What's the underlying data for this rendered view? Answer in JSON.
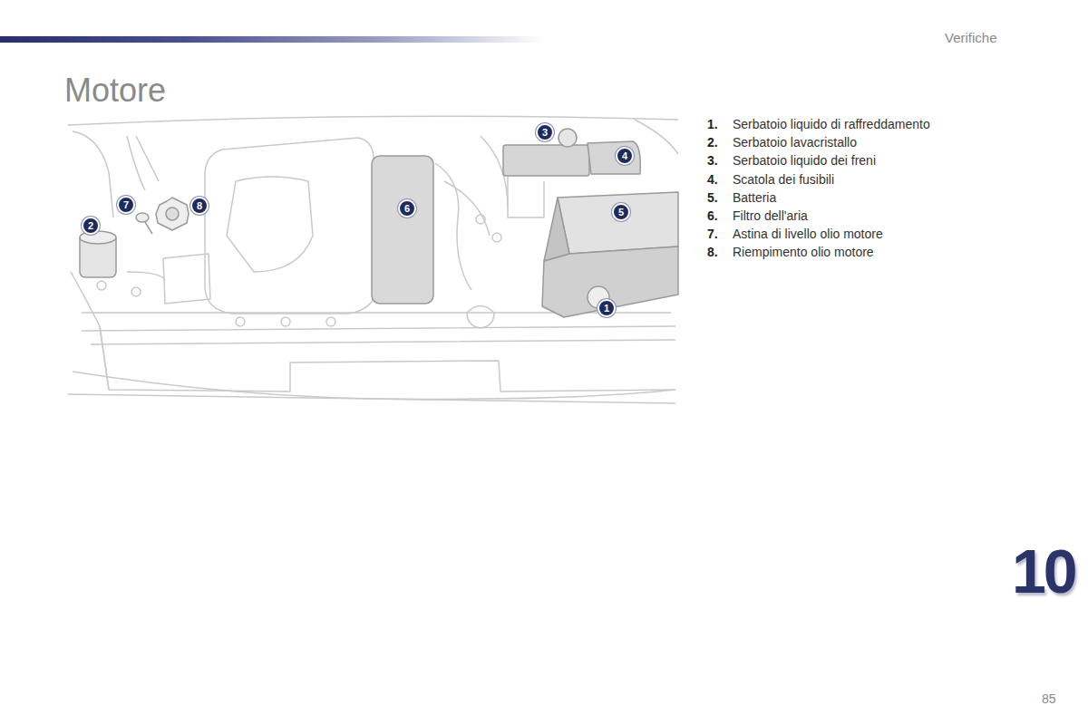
{
  "diagram": {
    "title": "Motore",
    "nodes": [
      {
        "text": [
          "1"
        ]
      },
      {
        "text": [
          "2"
        ]
      },
      {
        "text": [
          "3"
        ]
      },
      {
        "text": [
          "4"
        ]
      },
      {
        "text": [
          "5"
        ]
      },
      {
        "text": [
          "6"
        ]
      },
      {
        "text": [
          "7"
        ]
      },
      {
        "text": [
          "8"
        ]
      }
    ],
    "labels": [
      "Verifiche",
      "1.",
      "Serbatoio liquido di raffreddamento",
      "2.",
      "Serbatoio lavacristallo",
      "3.",
      "Serbatoio liquido dei freni",
      "4.",
      "Scatola dei fusibili",
      "5.",
      "Batteria",
      "6.",
      "Filtro dell'aria",
      "7.",
      "Astina di livello olio motore",
      "8.",
      "Riempimento olio motore",
      "10",
      "85"
    ]
  }
}
